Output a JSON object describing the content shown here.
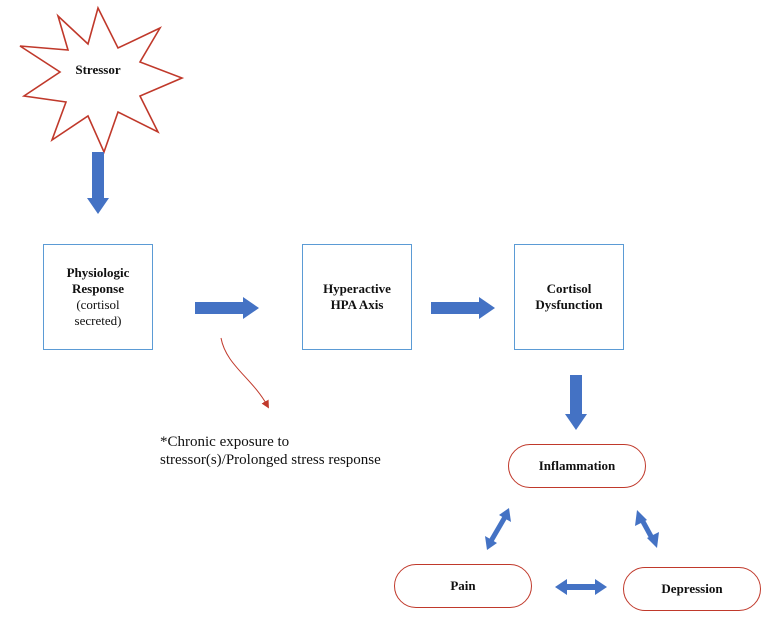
{
  "stressor": {
    "label": "Stressor"
  },
  "physiologic": {
    "line1": "Physiologic",
    "line2": "Response",
    "line3": "(cortisol",
    "line4": "secreted)"
  },
  "hpa": {
    "line1": "Hyperactive",
    "line2": "HPA Axis"
  },
  "cortisol": {
    "line1": "Cortisol",
    "line2": "Dysfunction"
  },
  "inflammation": {
    "label": "Inflammation"
  },
  "pain": {
    "label": "Pain"
  },
  "depression": {
    "label": "Depression"
  },
  "note": {
    "text": "*Chronic exposure to stressor(s)/Prolonged stress response"
  },
  "colors": {
    "arrow_blue": "#4472c4",
    "box_border_blue": "#5b9bd5",
    "pill_border_red": "#c0392b",
    "starburst_red": "#c0392b"
  }
}
